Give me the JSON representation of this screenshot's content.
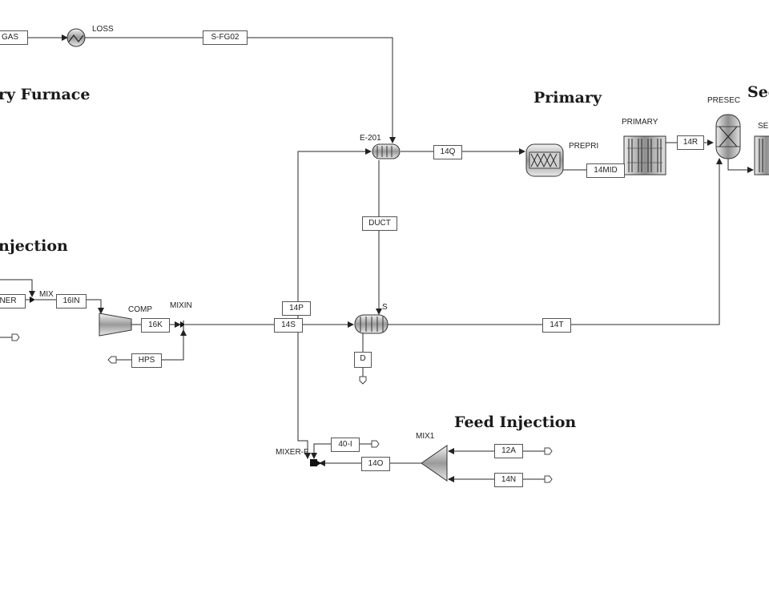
{
  "sections": {
    "furnace": "ry Furnace",
    "injection": "njection",
    "primary": "Primary",
    "secondary": "Sec",
    "feed_injection": "Feed Injection"
  },
  "blocks": {
    "loss": "LOSS",
    "e201": "E-201",
    "prepri": "PREPRI",
    "primary": "PRIMARY",
    "presec": "PRESEC",
    "secondary": "SE",
    "comp": "COMP",
    "mixin": "MIXIN",
    "mix_left": "MIX",
    "s_exchanger": "S",
    "mix1": "MIX1",
    "mixer": "MIXER-F"
  },
  "streams": {
    "gas": "GAS",
    "sfg02": "S-FG02",
    "s14q": "14Q",
    "s14mid": "14MID",
    "s14r": "14R",
    "duct": "DUCT",
    "ner": "NER",
    "s16in": "16IN",
    "s16k": "16K",
    "hps": "HPS",
    "s14p": "14P",
    "s14s": "14S",
    "s14t": "14T",
    "d": "D",
    "s40i": "40-I",
    "s14o": "14O",
    "s12a": "12A",
    "s14n": "14N"
  },
  "icons": {
    "heater": "heater-icon",
    "exchanger": "heat-exchanger-icon",
    "reactor": "reactor-icon",
    "compressor": "compressor-icon",
    "mixer": "mixer-icon",
    "arrow": "stream-arrow-icon"
  }
}
